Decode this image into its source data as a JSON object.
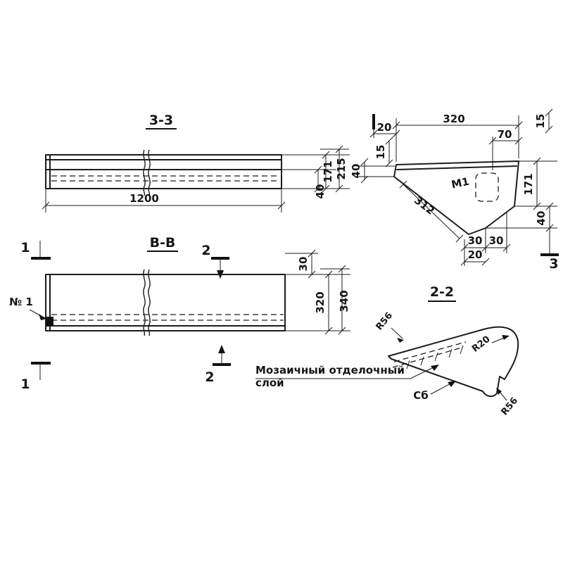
{
  "sections": {
    "top": "3-3",
    "middle": "В-В",
    "detail": "2-2"
  },
  "markers": {
    "one": "1",
    "two": "2",
    "three": "3"
  },
  "note": {
    "line1": "Мозаичный отделочный",
    "line2": "слой"
  },
  "labels": {
    "mark": "М1",
    "item": "№ 1",
    "sb": "Сб"
  },
  "dims": {
    "length": "1200",
    "h171": "171",
    "h215": "215",
    "h40": "40",
    "cs_left20": "20",
    "cs_top320": "320",
    "cs_top70": "70",
    "cs_right15": "15",
    "cs_left15": "15",
    "cs_left40": "40",
    "cs_diag312": "312",
    "cs_right171": "171",
    "cs_right40": "40",
    "cs_bot30a": "30",
    "cs_bot30b": "30",
    "cs_bot20": "20",
    "el_top30": "30",
    "el_h320": "320",
    "el_h340": "340",
    "r56_top": "R56",
    "r20": "R20",
    "r56_bot": "R56"
  }
}
